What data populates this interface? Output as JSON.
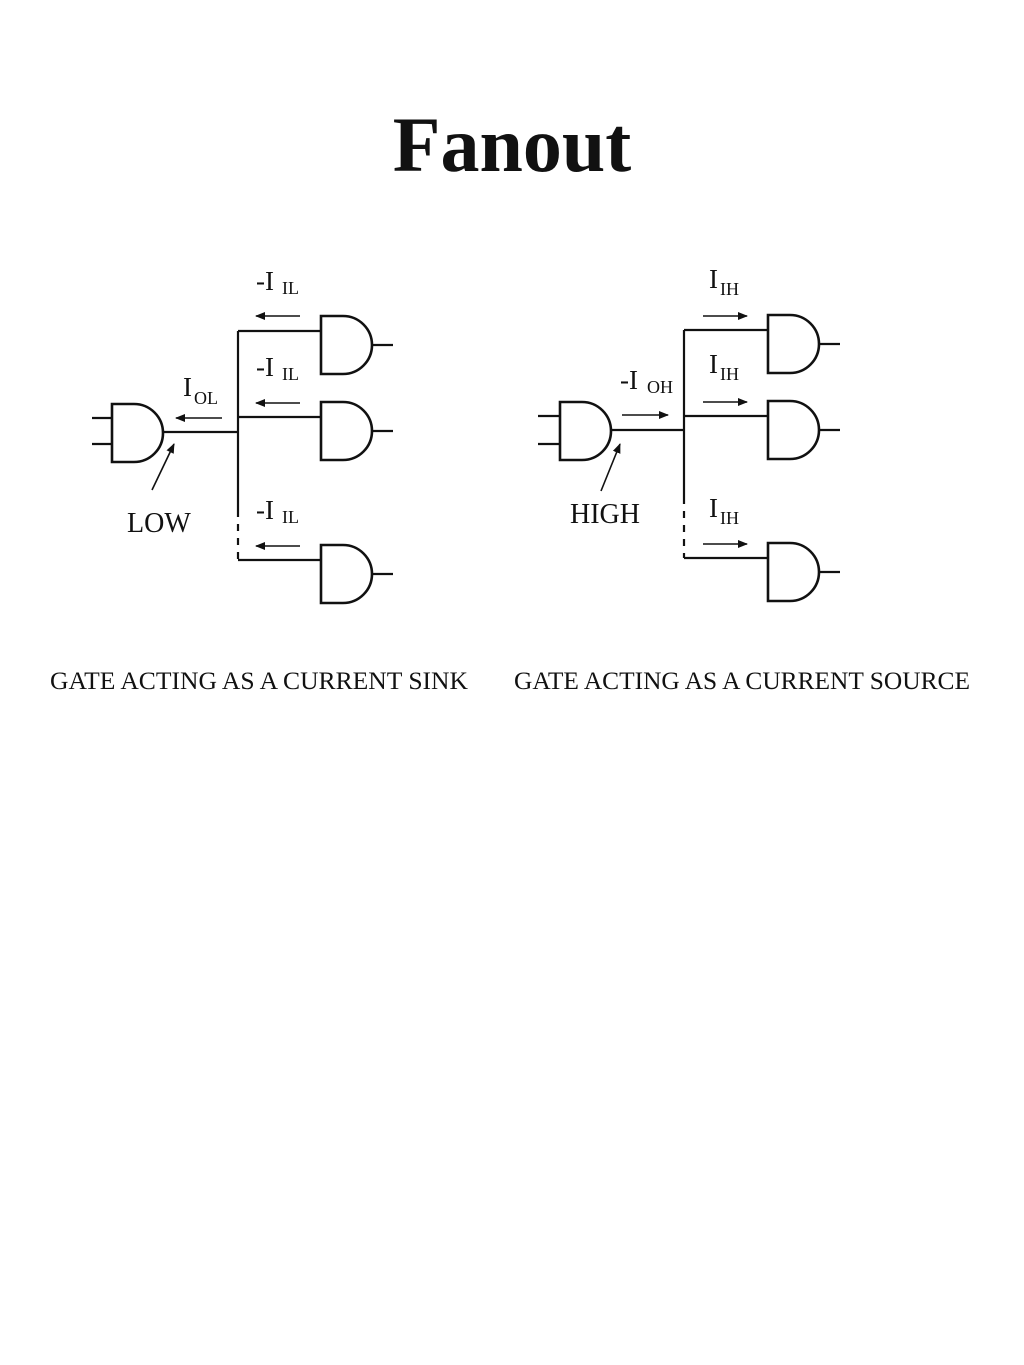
{
  "title": "Fanout",
  "sink": {
    "output_current": {
      "main": "I",
      "sub": "OL"
    },
    "input_current_1": {
      "main": "-I",
      "sub": "IL"
    },
    "input_current_2": {
      "main": "-I",
      "sub": "IL"
    },
    "input_current_3": {
      "main": "-I",
      "sub": "IL"
    },
    "state_label": "LOW",
    "caption": "GATE ACTING AS A CURRENT SINK"
  },
  "source": {
    "output_current": {
      "main": "-I",
      "sub": "OH"
    },
    "input_current_1": {
      "main": "I",
      "sub": "IH"
    },
    "input_current_2": {
      "main": "I",
      "sub": "IH"
    },
    "input_current_3": {
      "main": "I",
      "sub": "IH"
    },
    "state_label": "HIGH",
    "caption": "GATE ACTING AS A CURRENT SOURCE"
  }
}
